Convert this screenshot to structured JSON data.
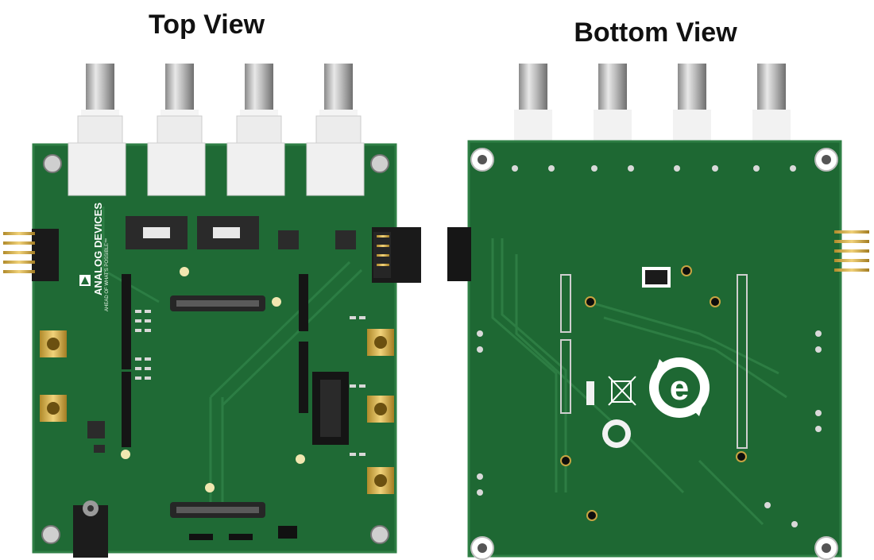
{
  "titles": {
    "top_view": "Top View",
    "bottom_view": "Bottom View"
  },
  "board_text": {
    "logo_brand": "ANALOG DEVICES",
    "logo_tagline": "AHEAD OF WHAT'S POSSIBLE™"
  },
  "colors": {
    "pcb_green": "#1f6a35",
    "pcb_green_dark": "#175a2b",
    "pcb_edge": "#2f7f45",
    "connector_white": "#eeeeee",
    "metal": "#c9c9c9",
    "header_black": "#1a1a1a",
    "gold": "#d9b24a"
  },
  "icons": {
    "logo": "analog-devices-logo-icon",
    "recycle": "recycle-e-icon",
    "weee": "crossed-bin-icon"
  }
}
